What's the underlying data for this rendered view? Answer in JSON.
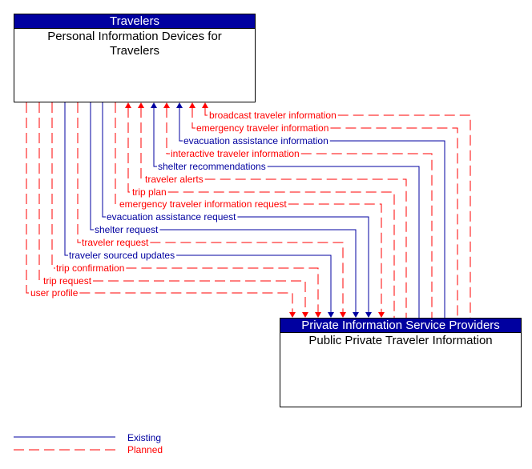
{
  "colors": {
    "existing": "#0000a0",
    "planned": "#ff0000",
    "header_bg": "#0000a0"
  },
  "top_box": {
    "header": "Travelers",
    "title": "Personal Information Devices for Travelers"
  },
  "bottom_box": {
    "header": "Private Information Service Providers",
    "title": "Public Private Traveler Information"
  },
  "flows": [
    {
      "label": "broadcast traveler information",
      "status": "planned",
      "direction": "to_travelers"
    },
    {
      "label": "emergency traveler information",
      "status": "planned",
      "direction": "to_travelers"
    },
    {
      "label": "evacuation assistance information",
      "status": "existing",
      "direction": "to_travelers"
    },
    {
      "label": "interactive traveler information",
      "status": "planned",
      "direction": "to_travelers"
    },
    {
      "label": "shelter recommendations",
      "status": "existing",
      "direction": "to_travelers"
    },
    {
      "label": "traveler alerts",
      "status": "planned",
      "direction": "to_travelers"
    },
    {
      "label": "trip plan",
      "status": "planned",
      "direction": "to_travelers"
    },
    {
      "label": "emergency traveler information request",
      "status": "planned",
      "direction": "to_providers"
    },
    {
      "label": "evacuation assistance request",
      "status": "existing",
      "direction": "to_providers"
    },
    {
      "label": "shelter request",
      "status": "existing",
      "direction": "to_providers"
    },
    {
      "label": "traveler request",
      "status": "planned",
      "direction": "to_providers"
    },
    {
      "label": "traveler sourced updates",
      "status": "existing",
      "direction": "to_providers"
    },
    {
      "label": "trip confirmation",
      "status": "planned",
      "direction": "to_providers"
    },
    {
      "label": "trip request",
      "status": "planned",
      "direction": "to_providers"
    },
    {
      "label": "user profile",
      "status": "planned",
      "direction": "to_providers"
    }
  ],
  "legend": {
    "existing": "Existing",
    "planned": "Planned"
  }
}
